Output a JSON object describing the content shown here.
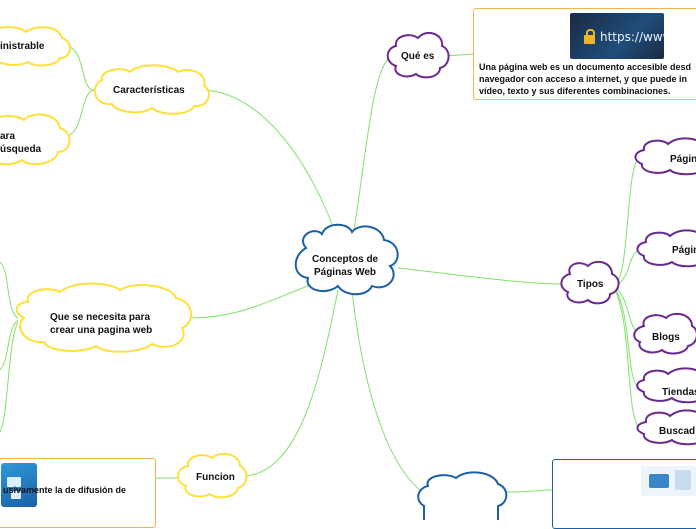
{
  "colors": {
    "center": "#1b5fa6",
    "left_branch": "#ffe03a",
    "right_branch": "#6a2a8e",
    "connector": "#7ee26a",
    "card_border": "#f2b552"
  },
  "center": {
    "line1": "Conceptos de",
    "line2": "Páginas Web"
  },
  "branches": {
    "que_es": "Qué es",
    "caracteristicas": "Características",
    "tipos": "Tipos",
    "necesita_line1": "Que se necesita para",
    "necesita_line2": "crear una pagina web",
    "funcion": "Funcion"
  },
  "caracteristicas_children": {
    "administrable": "inistrable",
    "busqueda_line1": "ara",
    "busqueda_line2": "úsqueda"
  },
  "tipos_children": {
    "pagina1": "Págin",
    "pagina2": "Págin",
    "blogs": "Blogs",
    "tiendas": "Tiendas",
    "buscadores": "Buscad"
  },
  "que_es_card": {
    "image_icon": "https-lock-image",
    "image_url_text": "https://www.ssl",
    "line1": "Una página web es un documento accesible desd",
    "line2": "navegador con acceso a internet, y que puede in",
    "line3": "vídeo, texto y sus diferentes combinaciones."
  },
  "funcion_card": {
    "image_icon": "computer-illustration",
    "line1": "usivamente la de difusión de"
  },
  "bottom_right_card": {
    "image_icon": "web-design-illustration"
  }
}
